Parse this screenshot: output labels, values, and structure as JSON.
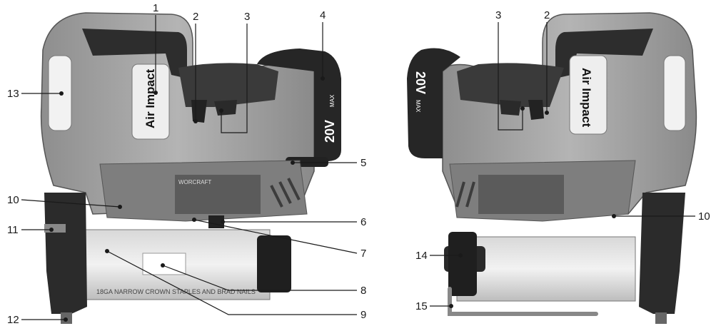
{
  "figure": {
    "left_tool": {
      "side_branding": "Air Impact",
      "battery_marking": "20V",
      "battery_suffix": "MAX",
      "magazine_text": "18GA NARROW CROWN STAPLES AND BRAD NAILS",
      "maker_plate": "WORCRAFT",
      "callouts": [
        "1",
        "2",
        "3",
        "4",
        "5",
        "6",
        "7",
        "8",
        "9",
        "10",
        "11",
        "12",
        "13"
      ]
    },
    "right_tool": {
      "side_branding": "Air Impact",
      "battery_marking": "20V",
      "battery_suffix": "MAX",
      "callouts": [
        "2",
        "3",
        "10",
        "14",
        "15"
      ]
    }
  }
}
